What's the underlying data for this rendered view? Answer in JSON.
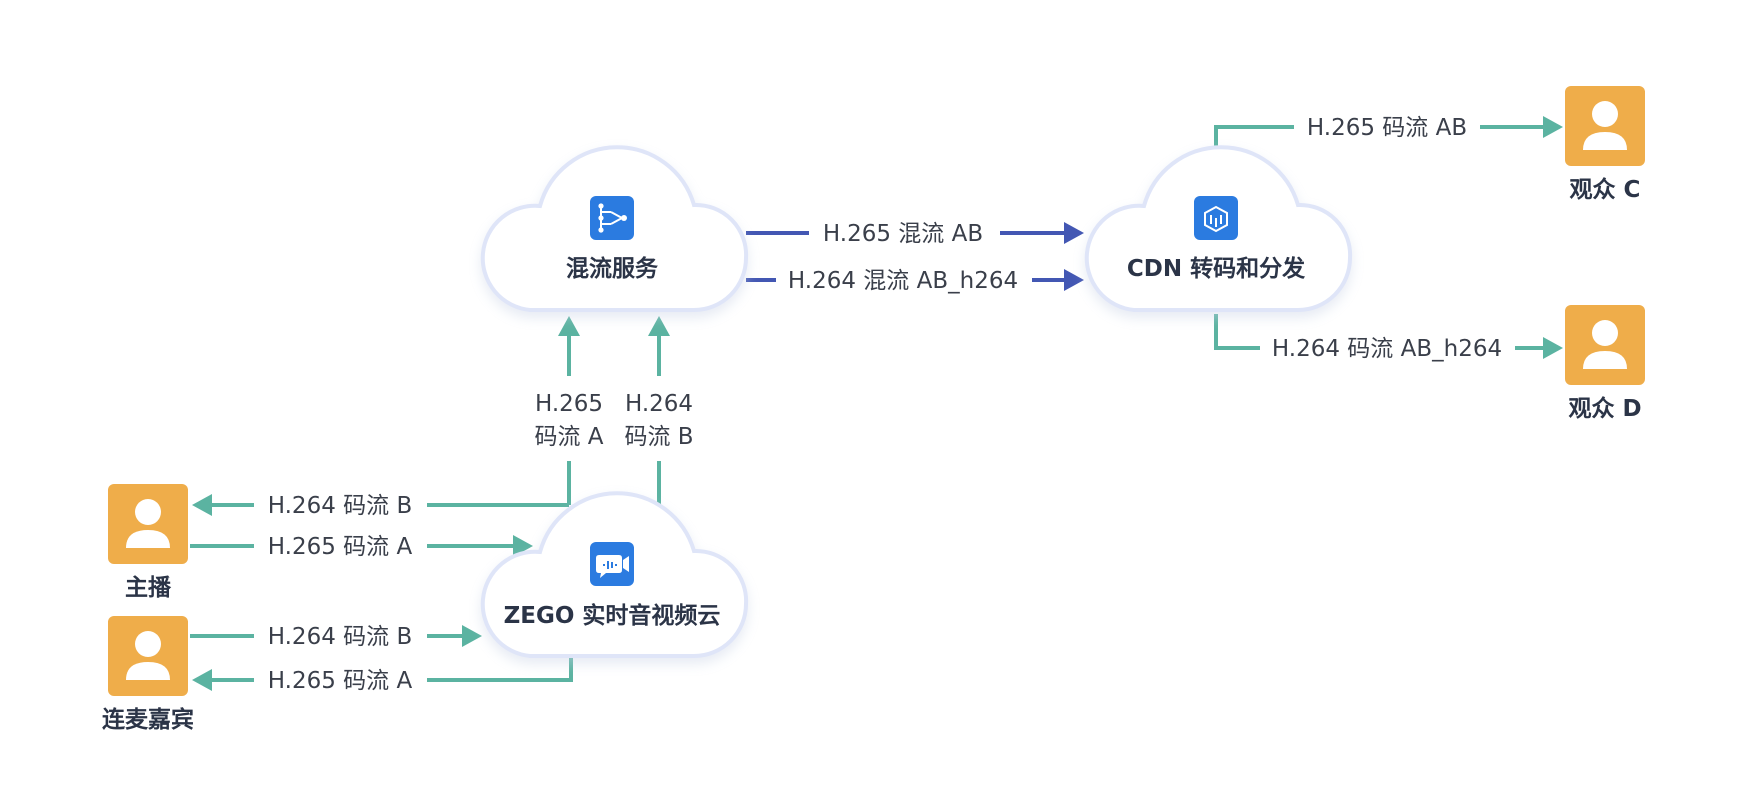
{
  "nodes": {
    "mix_service": "混流服务",
    "cdn": "CDN 转码和分发",
    "zego_cloud": "ZEGO 实时音视频云",
    "host": "主播",
    "guest": "连麦嘉宾",
    "viewer_c": "观众 C",
    "viewer_d": "观众 D"
  },
  "edges": {
    "mix_h265": "H.265 混流 AB",
    "mix_h264": "H.264 混流 AB_h264",
    "cdn_h265": "H.265 码流 AB",
    "cdn_h264": "H.264 码流 AB_h264",
    "up_a_line1": "H.265",
    "up_a_line2": "码流 A",
    "up_b_line1": "H.264",
    "up_b_line2": "码流 B",
    "host_in": "H.264 码流 B",
    "host_out": "H.265 码流 A",
    "guest_out": "H.264 码流 B",
    "guest_in": "H.265 码流 A"
  },
  "colors": {
    "teal": "#5bb3a1",
    "blue": "#4357b3",
    "user_orange": "#efad4a",
    "icon_blue": "#2b7be0"
  },
  "icons": {
    "mix_service": "branch-icon",
    "cdn": "cube-icon",
    "zego_cloud": "video-chat-icon",
    "user": "user-icon"
  }
}
